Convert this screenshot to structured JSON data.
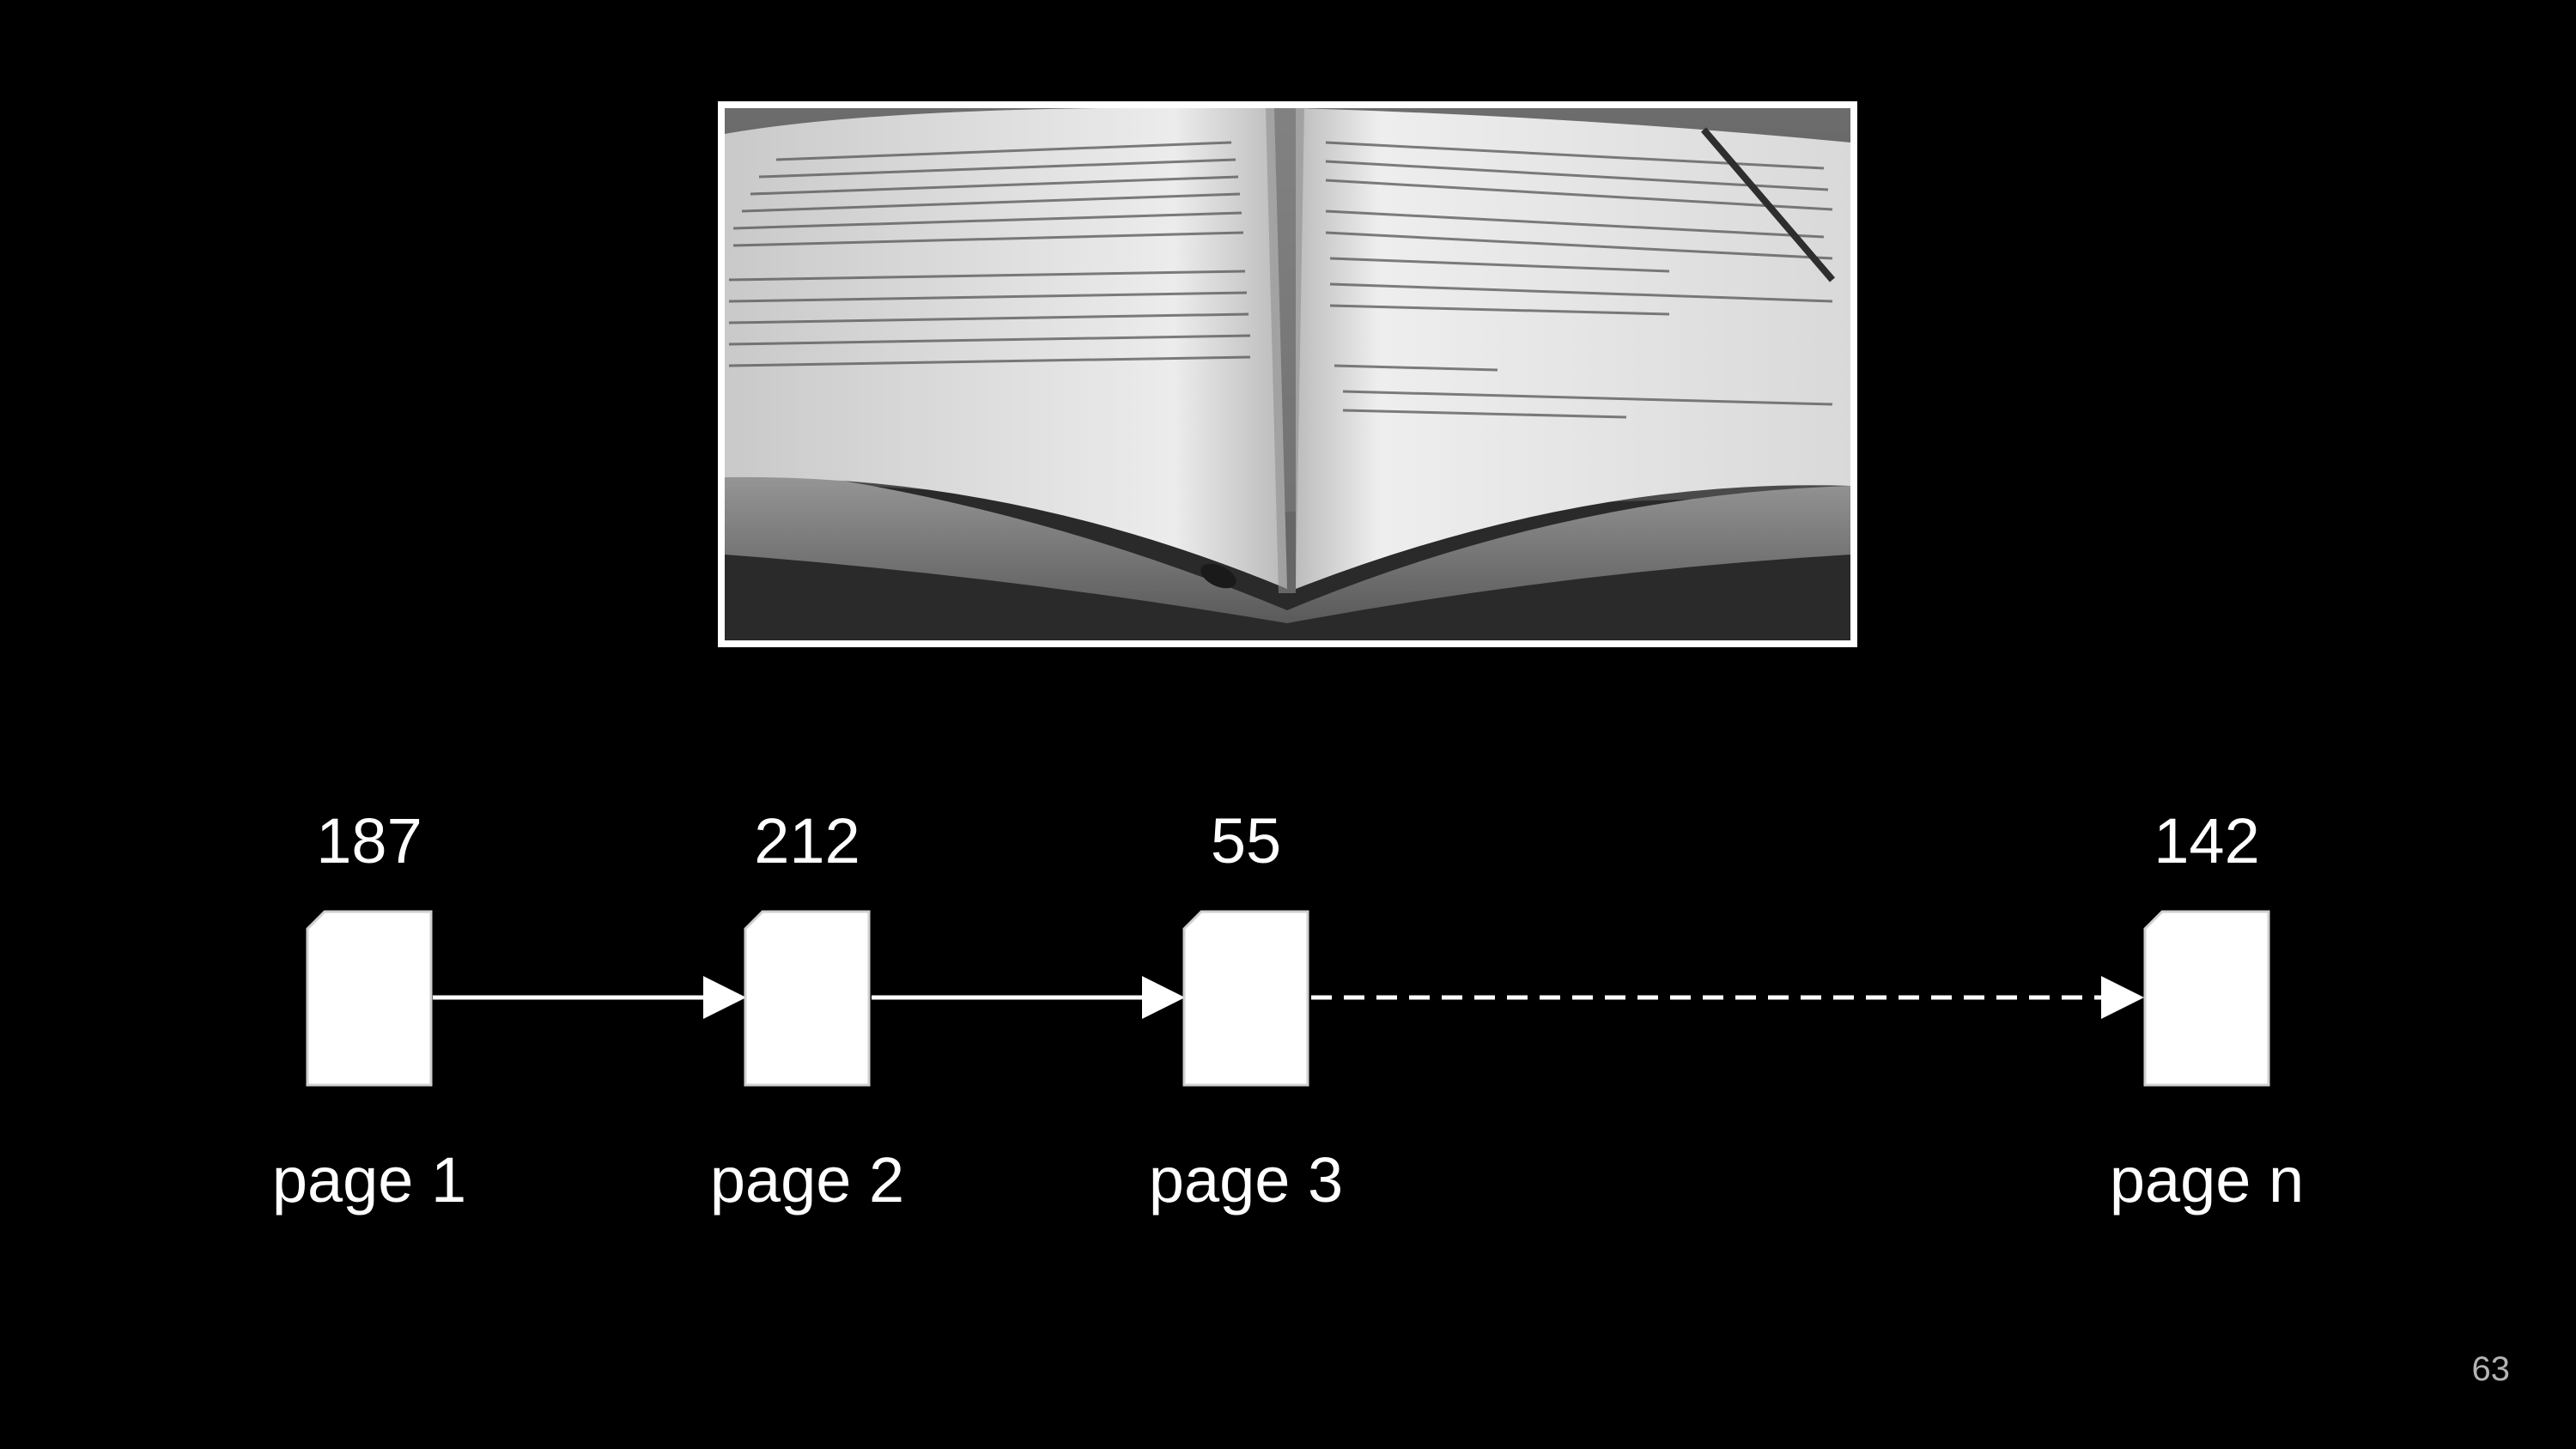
{
  "photo": {
    "description_icon": "open-book-photo-icon"
  },
  "pages": [
    {
      "label": "page 1",
      "value": "187"
    },
    {
      "label": "page 2",
      "value": "212"
    },
    {
      "label": "page 3",
      "value": "55"
    },
    {
      "label": "page n",
      "value": "142"
    }
  ],
  "connectors": [
    {
      "from": "page 1",
      "to": "page 2",
      "style": "solid"
    },
    {
      "from": "page 2",
      "to": "page 3",
      "style": "solid"
    },
    {
      "from": "page 3",
      "to": "page n",
      "style": "dashed"
    }
  ],
  "slide_number": "63",
  "colors": {
    "background": "#000000",
    "foreground": "#ffffff",
    "slide_number": "#b3b3b3"
  }
}
